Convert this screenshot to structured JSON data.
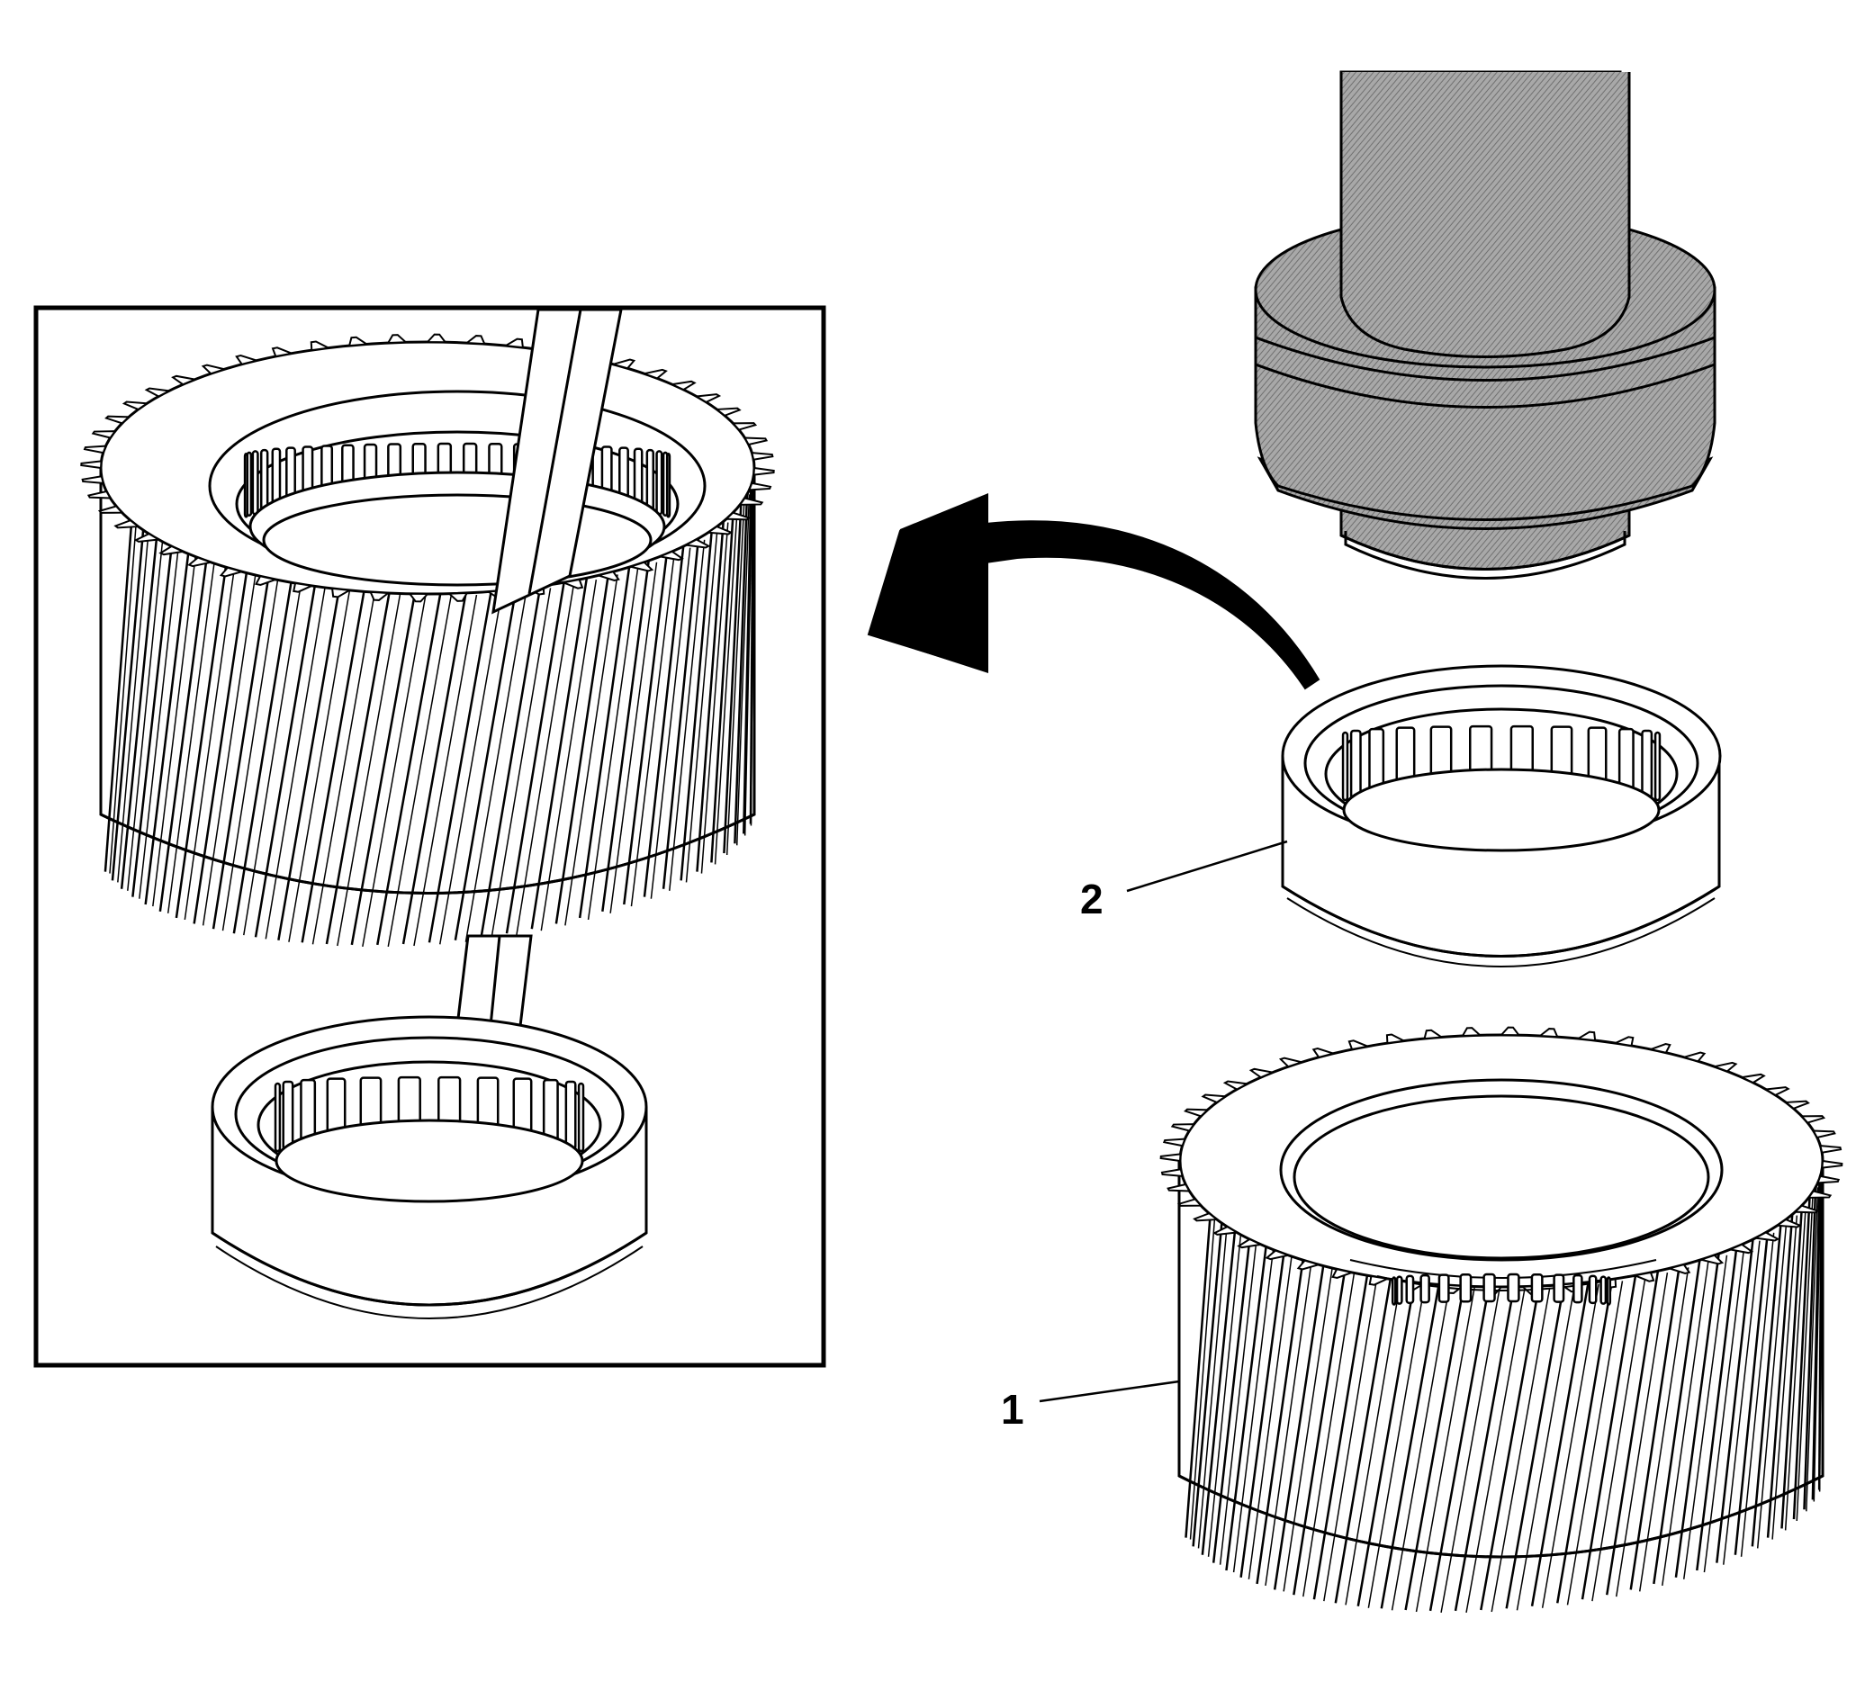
{
  "diagram": {
    "callouts": [
      {
        "id": "1",
        "label": "1"
      },
      {
        "id": "2",
        "label": "2"
      }
    ],
    "colors": {
      "ink": "#000000",
      "paper": "#ffffff",
      "tool_fill": "#9a9a9a"
    },
    "icons": {
      "removal_arrow": "curved-arrow-left",
      "press_tool": "hatched-press-driver"
    }
  }
}
